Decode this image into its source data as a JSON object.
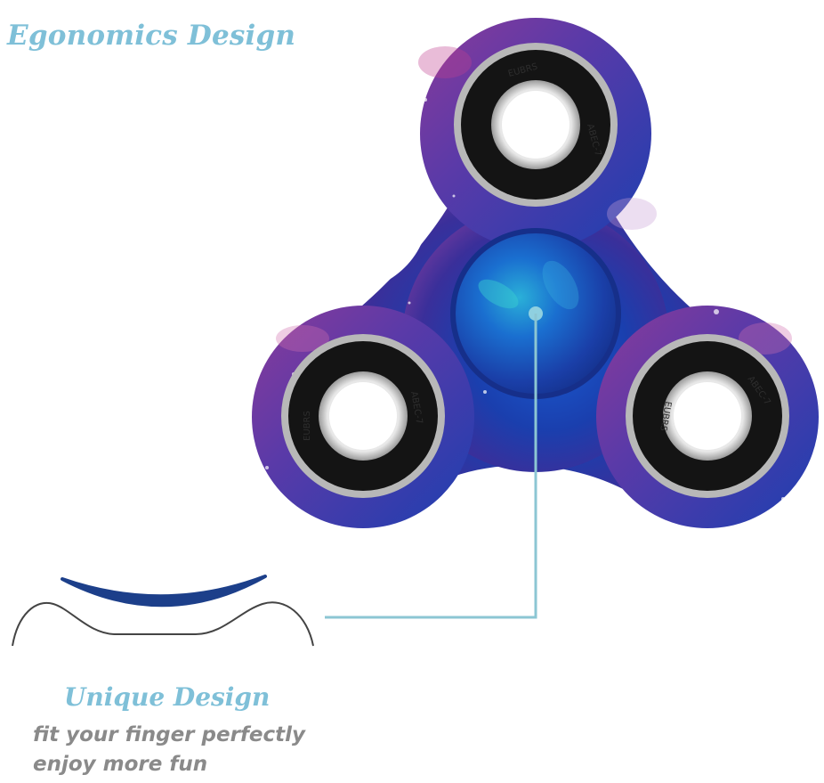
{
  "header": {
    "title": "Egonomics Design"
  },
  "product": {
    "name": "fidget-spinner",
    "pattern": "galaxy",
    "bearings": [
      {
        "position": "top",
        "label_a": "EUBRS",
        "label_b": "ABEC-7"
      },
      {
        "position": "left",
        "label_a": "EUBRS",
        "label_b": "ABEC-7"
      },
      {
        "position": "right",
        "label_a": "EUBRS",
        "label_b": "ABEC-7"
      }
    ]
  },
  "callout": {
    "title": "Unique Design",
    "lines": [
      "fit your finger perfectly",
      "enjoy more fun"
    ]
  },
  "colors": {
    "accent": "#7fc0d8",
    "callout_line": "#8cc6d3",
    "caption_gray": "#8a8a8a",
    "finger_arc": "#1c3f8a",
    "finger_outline": "#444444",
    "spinner_blue": "#1a3fae",
    "spinner_purple": "#7a3c9e",
    "bearing_black": "#141414",
    "bearing_silver": "#c8c8c8"
  }
}
